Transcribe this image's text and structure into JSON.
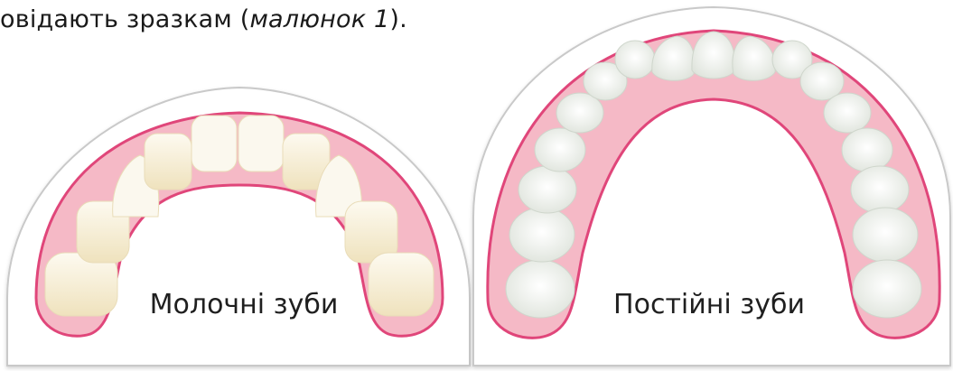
{
  "text_line": {
    "before": "овідають зразкам (",
    "italic": "малюнок 1",
    "after": ")."
  },
  "figure": {
    "left_caption": "Молочні зуби",
    "right_caption": "Постійні зуби"
  },
  "colors": {
    "gum_fill": "#f5b9c6",
    "gum_stroke": "#e0467a",
    "milk_tooth": "#f7eed2",
    "milk_tooth_light": "#fbf8ee",
    "perm_tooth": "#eef1ec",
    "jaw_outline": "#c9c9c9"
  }
}
